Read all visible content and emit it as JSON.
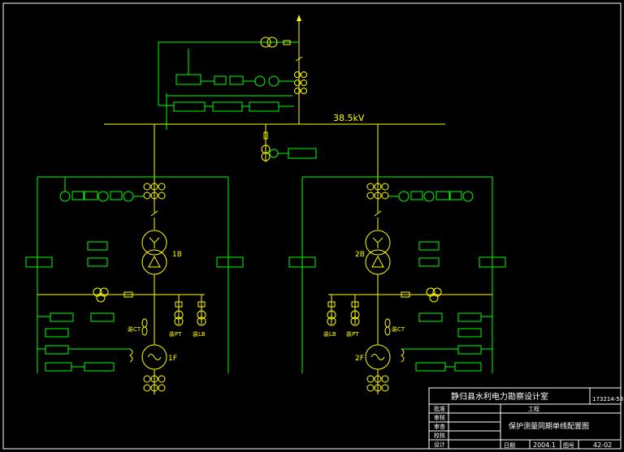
{
  "diagram": {
    "bus_voltage": "38.5kV",
    "gen_left": "1F",
    "gen_right": "2F",
    "tr_left": "1B",
    "tr_right": "2B",
    "ct_label": "装CT",
    "pt_label": "装PT",
    "lb_label": "装LB"
  },
  "titleblock": {
    "org": "静归县水利电力勘察设计室",
    "drawing_no": "173214-58",
    "drawing_title": "保护测量同期单线配置图",
    "roles": [
      "批准",
      "审核",
      "审查",
      "校核",
      "设计"
    ],
    "stage": "工程",
    "date_label": "日期",
    "date": "2004.1",
    "no_label": "图号",
    "no": "42-02"
  },
  "colors": {
    "background": "#000000",
    "line": "#ffff00",
    "device": "#00ff00",
    "frame": "#ffffff"
  }
}
